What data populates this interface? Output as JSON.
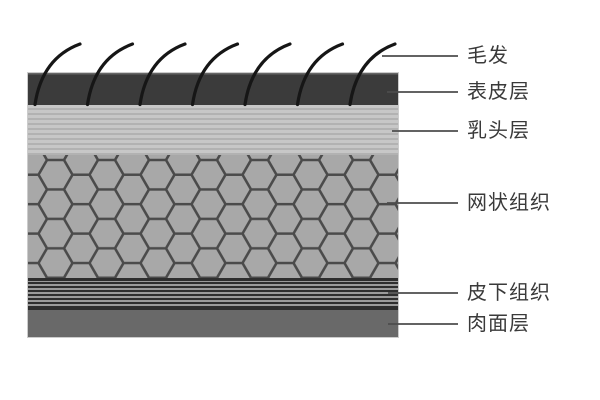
{
  "figure": {
    "kind": "skin-hide-cross-section-diagram",
    "background": "#ffffff"
  },
  "labels": [
    {
      "id": "hair",
      "text": "毛发"
    },
    {
      "id": "epidermis",
      "text": "表皮层"
    },
    {
      "id": "papillary",
      "text": "乳头层"
    },
    {
      "id": "reticular",
      "text": "网状组织"
    },
    {
      "id": "subcutaneous",
      "text": "皮下组织"
    },
    {
      "id": "flesh",
      "text": "肉面层"
    }
  ],
  "colors": {
    "hair": "#161616",
    "epidermis": "#3b3b3b",
    "papillary_base": "#c7c7c7",
    "papillary_stripe": "#b2b2b2",
    "reticular_bg": "#a8a8a8",
    "hex_border": "#4b4b4b",
    "subcut_light": "#9b9b9b",
    "subcut_dark": "#2e2e2e",
    "flesh": "#696969",
    "leader_line": "#4d4d4d",
    "label_text": "#3a3a3a"
  }
}
